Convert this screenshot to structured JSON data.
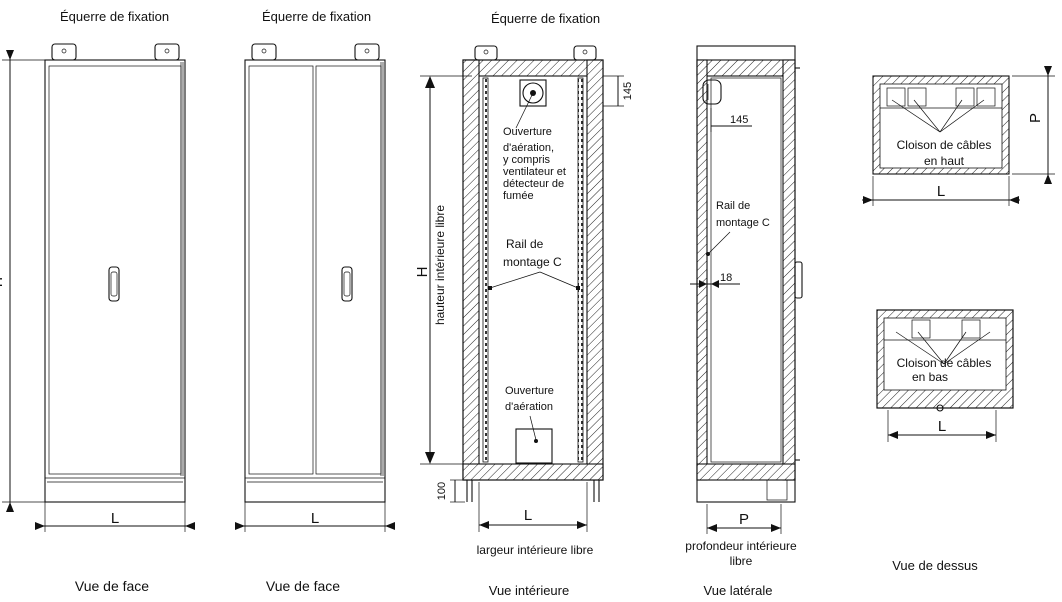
{
  "labels": {
    "bracket": "Équerre de fixation",
    "h": "H",
    "l": "L",
    "p": "P",
    "dim_145": "145",
    "dim_100": "100",
    "dim_18": "18",
    "inner_height": "hauteur intérieure libre",
    "vent_fan_1": "Ouverture",
    "vent_fan_2": "d'aération,",
    "vent_fan_3": "y compris",
    "vent_fan_4": "ventilateur et",
    "vent_fan_5": "détecteur de",
    "vent_fan_6": "fumée",
    "rail_1": "Rail de",
    "rail_2": "montage C",
    "vent_1": "Ouverture",
    "vent_2": "d'aération",
    "inner_width": "largeur intérieure libre",
    "inner_depth_1": "profondeur intérieure",
    "inner_depth_2": "libre",
    "cable_top_1": "Cloison de câbles",
    "cable_top_2": "en haut",
    "cable_bottom_1": "Cloison de câbles",
    "cable_bottom_2": "en bas"
  },
  "captions": {
    "front_1": "Vue de face",
    "front_2": "Vue de face",
    "interior": "Vue intérieure",
    "side": "Vue latérale",
    "top": "Vue de dessus"
  }
}
